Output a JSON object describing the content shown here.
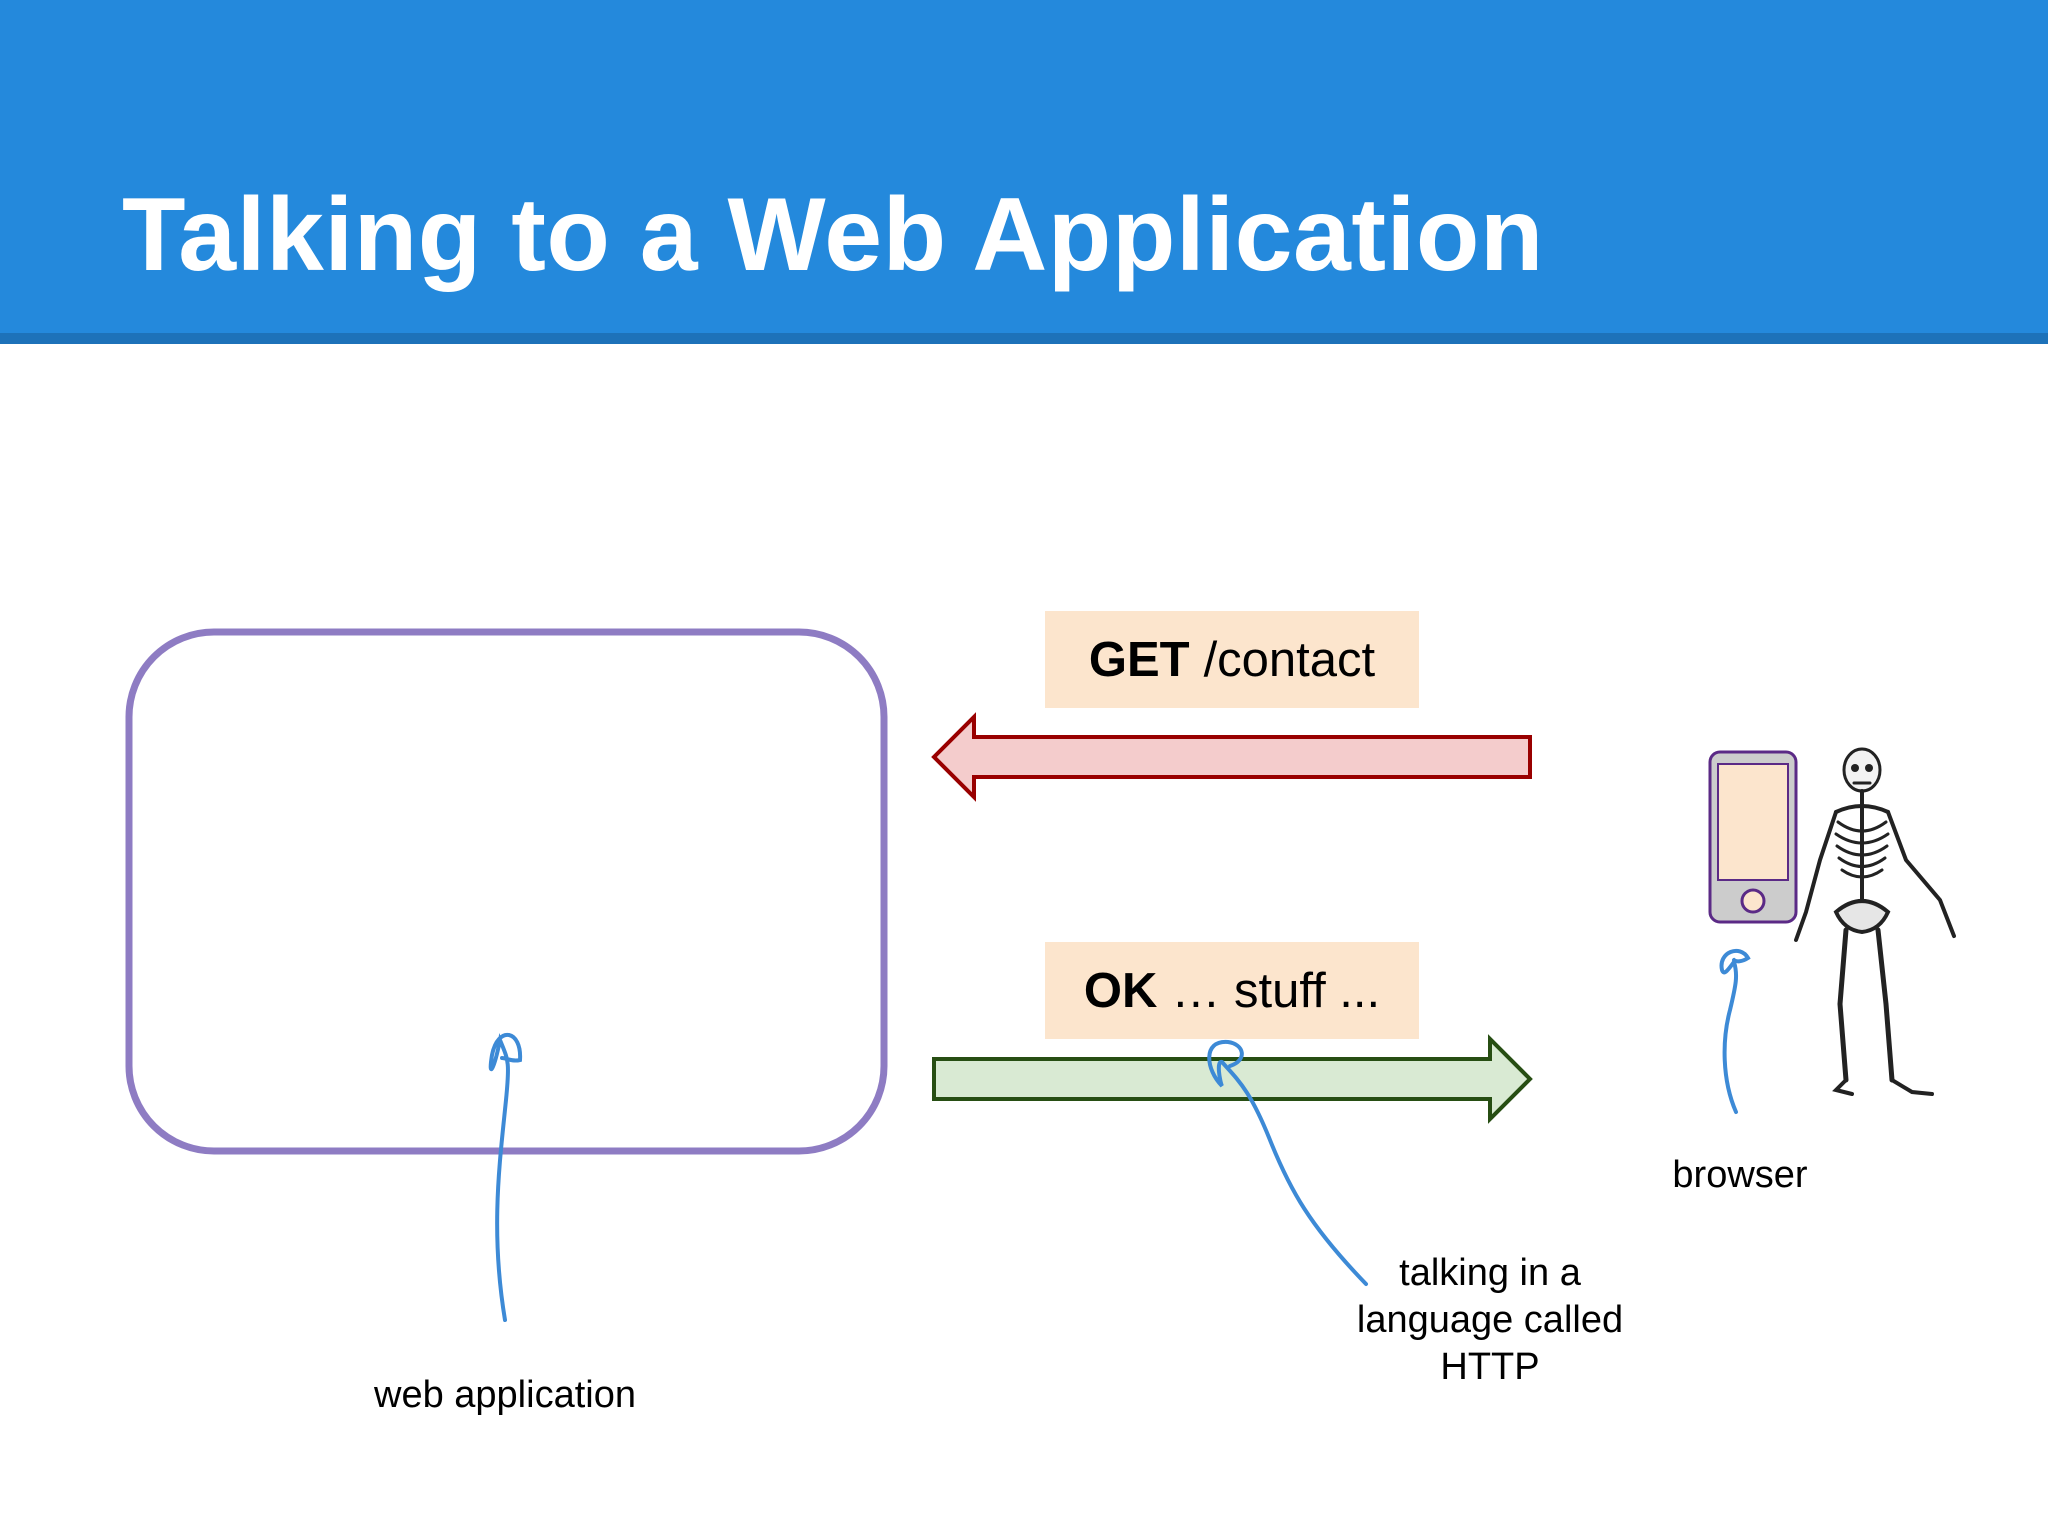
{
  "slide": {
    "title": "Talking to a Web Application"
  },
  "messages": {
    "request": {
      "method": "GET",
      "path": "/contact"
    },
    "response": {
      "status": "OK",
      "body": "… stuff ..."
    }
  },
  "labels": {
    "web_application": "web application",
    "http_line1": "talking in a",
    "http_line2": "language called",
    "http_line3": "HTTP",
    "browser": "browser"
  },
  "colors": {
    "header": "#2489dc",
    "app_box_stroke": "#8e7cc3",
    "request_arrow_fill": "#f4cccc",
    "request_arrow_stroke": "#990000",
    "response_arrow_fill": "#d9ead3",
    "response_arrow_stroke": "#274e13",
    "message_box_fill": "#fce5cd",
    "annotation_stroke": "#3d8ad6"
  },
  "icons": [
    "phone-icon",
    "skeleton-illustration"
  ]
}
